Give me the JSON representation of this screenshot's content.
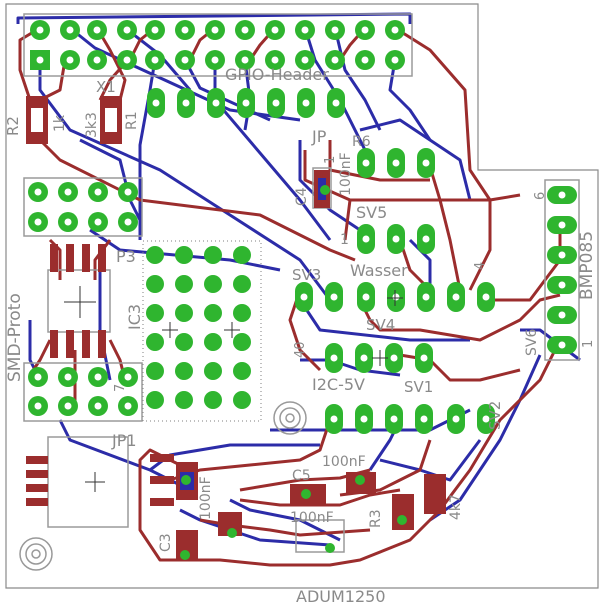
{
  "colors": {
    "background": "#ffffff",
    "board_outline": "#8a8a8a",
    "silkscreen": "#9a9a9a",
    "top_copper": "#9b2d2d",
    "bottom_copper": "#2c2ca8",
    "pad": "#2fb52f"
  },
  "labels": {
    "gpio_header": "GPIO-Header",
    "x1": "X1",
    "r2": "R2",
    "r2_value": "1k",
    "r1": "R1",
    "r1_value": "3k3",
    "jp": "JP",
    "c4": "C4",
    "c4_value": "100nF",
    "r6": "R6",
    "sv5": "SV5",
    "wasser": "Wasser",
    "sv3": "SV3",
    "sv4": "SV4",
    "bmp085": "BMP085",
    "sv6": "SV6",
    "smd_proto": "SMD-Proto",
    "p3": "P3",
    "ic3": "IC3",
    "i2c_5v": "I2C-5V",
    "sv1": "SV1",
    "sv2": "SV2",
    "jp1": "JP1",
    "c1_value": "100nF",
    "c5": "C5",
    "c5_value": "100nF",
    "c6_value": "100nF",
    "c3": "C3",
    "r3": "R3",
    "r4": "4k7",
    "adum": "ADUM1250",
    "pin1_a": "1",
    "pin1_b": "1",
    "pin6": "6",
    "pin7": "7",
    "pin4": "4",
    "pin40": "40",
    "pin1_c": "1"
  }
}
